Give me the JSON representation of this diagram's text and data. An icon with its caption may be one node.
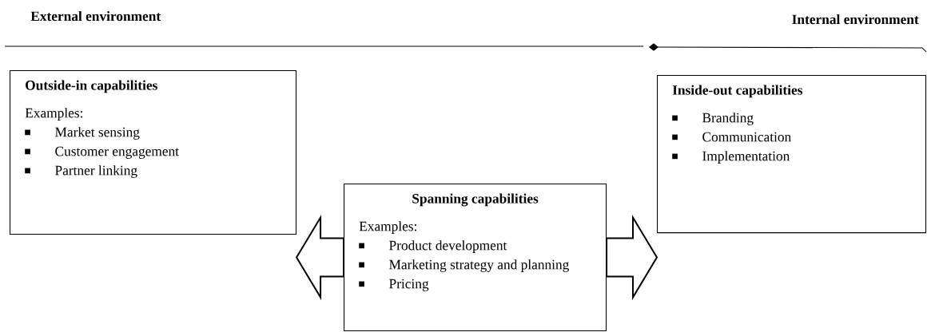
{
  "diagram": {
    "nodes": [
      {
        "text": [
          "Outside-in capabilities",
          "Examples:",
          "Market sensing",
          "Customer engagement",
          "Partner linking"
        ]
      },
      {
        "text": [
          "Inside-out capabilities",
          "Branding",
          "Communication",
          "Implementation"
        ]
      },
      {
        "text": [
          "Spanning capabilities",
          "Examples:",
          "Product development",
          "Marketing strategy and planning",
          "Pricing"
        ]
      }
    ],
    "edges": [
      {
        "from": 2,
        "to": 0,
        "arrow": "to"
      },
      {
        "from": 2,
        "to": 1,
        "arrow": "to"
      }
    ],
    "labels": [
      "External environment",
      "Internal environment"
    ]
  }
}
